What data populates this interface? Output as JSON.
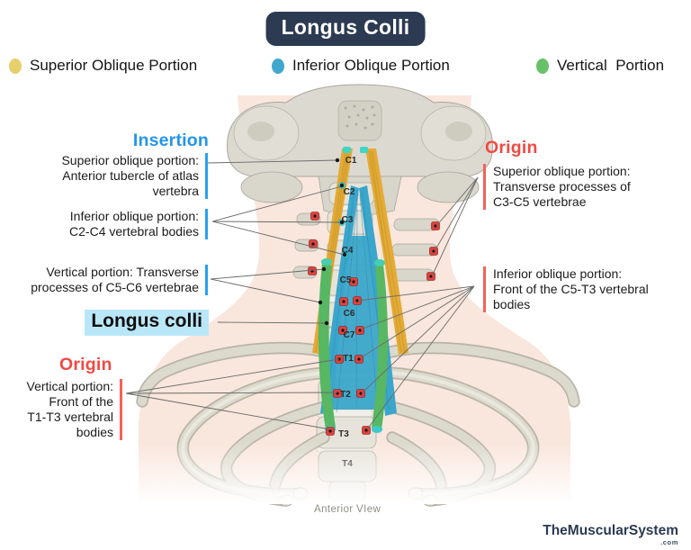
{
  "title": "Longus Colli",
  "legend": {
    "items": [
      {
        "label": "Superior Oblique Portion",
        "color": "#e7cf6e"
      },
      {
        "label": "Inferior Oblique Portion",
        "color": "#41a7cc"
      },
      {
        "label": "Vertical  Portion",
        "color": "#68c169"
      }
    ]
  },
  "annotations": {
    "insertion": {
      "heading": "Insertion",
      "items": [
        {
          "text": "Superior oblique portion:\nAnterior tubercle of atlas\nvertebra"
        },
        {
          "text": "Inferior oblique portion:\nC2-C4 vertebral bodies"
        },
        {
          "text": "Vertical portion: Transverse\nprocesses of C5-C6 vertebrae"
        }
      ]
    },
    "muscle_label": "Longus colli",
    "origin_left": {
      "heading": "Origin",
      "text": "Vertical portion:\nFront of the\nT1-T3 vertebral\nbodies"
    },
    "origin_right": {
      "heading": "Origin",
      "items": [
        {
          "text": "Superior oblique portion:\nTransverse processes of\nC3-C5 vertebrae"
        },
        {
          "text": "Inferior oblique portion:\nFront of the C5-T3 vertebral\nbodies"
        }
      ]
    }
  },
  "figure": {
    "vertebrae": [
      "C1",
      "C2",
      "C3",
      "C4",
      "C5",
      "C6",
      "C7",
      "T1",
      "T2",
      "T3",
      "T4"
    ]
  },
  "footer": {
    "caption": "Anterior VIew",
    "brand": "TheMuscularSystem",
    "brand_suffix": ".com"
  },
  "colors": {
    "badge_bg": "#2c3a52",
    "insertion_blue": "#2196ea",
    "origin_red": "#f04a43",
    "label_bar_blue": "#2aa0ed",
    "label_bar_red": "#f2635a",
    "muscle_label_highlight": "#b9e7f8",
    "muscle_yellow": "#e3ab36",
    "muscle_blue": "#3ba6cb",
    "muscle_green": "#57b763",
    "marker_red": "#e2403c",
    "marker_cyan": "#38d3e0",
    "bone": "#dcd9d1",
    "silhouette_pink": "#f9e6dc"
  }
}
